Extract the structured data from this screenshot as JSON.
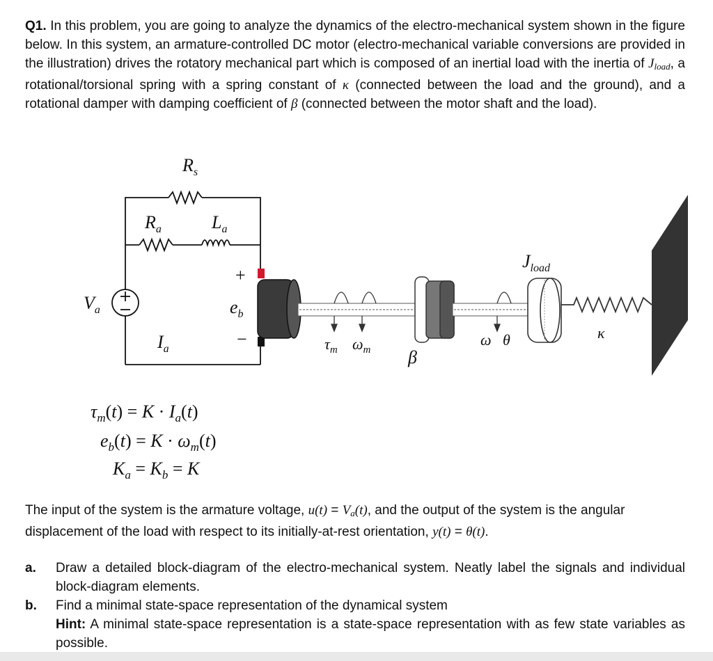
{
  "question": {
    "label": "Q1.",
    "intro_part1": "In this problem, you are going to analyze the dynamics of the electro-mechanical system shown in the figure below. In this system, an armature-controlled DC motor (electro-mechanical variable conversions are provided in the illustration) drives the rotatory mechanical part which is composed of an inertial load with the inertia of ",
    "intro_jsym": "J",
    "intro_jsub": "load",
    "intro_part2": ", a rotational/torsional spring with a spring constant of ",
    "intro_kappa": "κ",
    "intro_part3": " (connected between the load and the ground), and a rotational damper with damping coefficient of ",
    "intro_beta": "β",
    "intro_part4": " (connected between the motor shaft and the load)."
  },
  "figure": {
    "labels": {
      "Rs": "R",
      "Rs_sub": "s",
      "Ra": "R",
      "Ra_sub": "a",
      "La": "L",
      "La_sub": "a",
      "Va": "V",
      "Va_sub": "a",
      "Ia": "I",
      "Ia_sub": "a",
      "eb": "e",
      "eb_sub": "b",
      "plus": "+",
      "minus": "−",
      "tau_m": "τ",
      "tau_m_sub": "m",
      "omega_m": "ω",
      "omega_m_sub": "m",
      "beta": "β",
      "omega": "ω",
      "theta": "θ",
      "Jload": "J",
      "Jload_sub": "load",
      "kappa": "κ"
    },
    "equations": {
      "eq1": "τm(t) = K · Ia(t)",
      "eq2": "eb(t) = K · ωm(t)",
      "eq3": "Ka = Kb = K"
    }
  },
  "io": {
    "part1": "The input of the system is the armature voltage, ",
    "u": "u(t)",
    "eq": " = ",
    "va": "V",
    "va_sub": "a",
    "va_t": "(t)",
    "part2": ", and the output of the system is the angular displacement of the load with respect to its initially-at-rest orientation, ",
    "y": "y(t)",
    "eq2": " = ",
    "theta": "θ(t)",
    "end": "."
  },
  "items": [
    {
      "marker": "a.",
      "text": "Draw a detailed block-diagram of the electro-mechanical system. Neatly label the signals and individual block-diagram elements."
    },
    {
      "marker": "b.",
      "text": "Find a minimal state-space representation of the dynamical system",
      "hint_label": "Hint:",
      "hint_text": " A minimal state-space representation is a state-space representation with as few state variables as possible."
    }
  ]
}
